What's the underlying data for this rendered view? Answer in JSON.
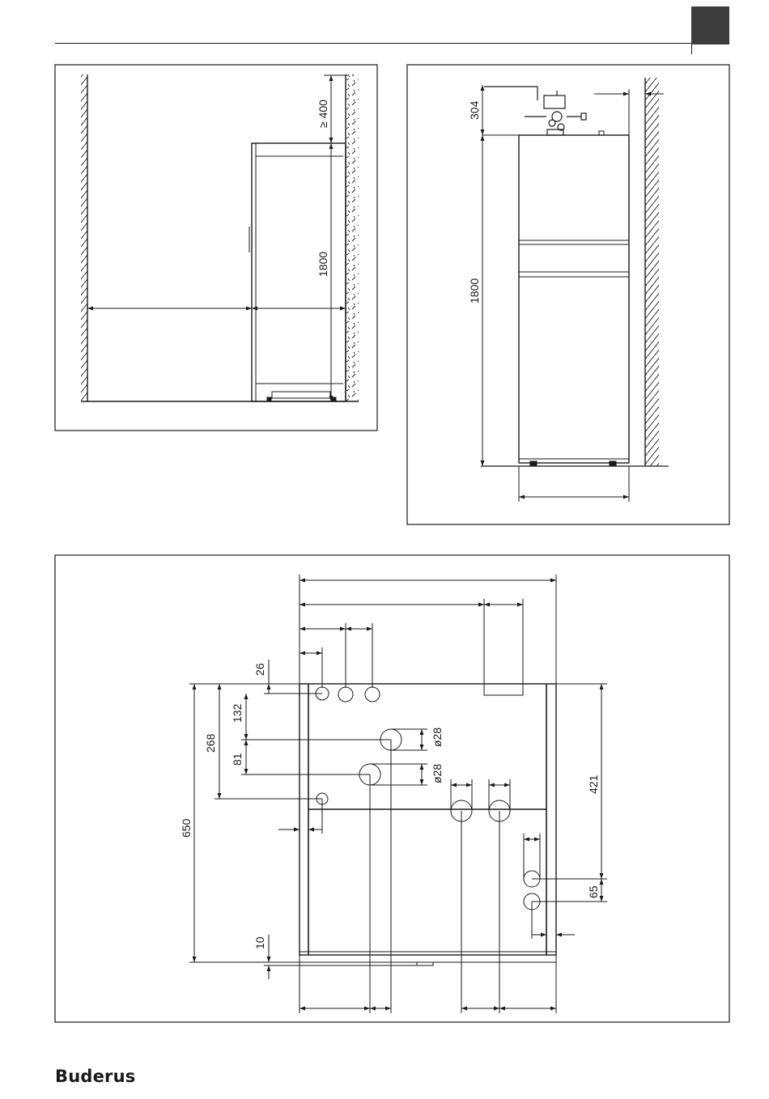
{
  "brand": {
    "name": "Buderus"
  },
  "figure_side": {
    "dims": [
      "≥ 400",
      "1800"
    ]
  },
  "figure_front": {
    "dims": [
      "304",
      "1800"
    ]
  },
  "figure_plan": {
    "dims": [
      "26",
      "132",
      "268",
      "81",
      "650",
      "10",
      "ø28",
      "ø28",
      "421",
      "65"
    ]
  },
  "colors": {
    "line": "#1a1a1a",
    "tab": "#3d3d3d"
  }
}
